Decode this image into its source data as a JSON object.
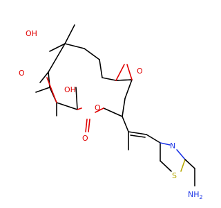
{
  "molecule": {
    "atom_labels": {
      "oh_top": "OH",
      "oh_mid": "OH",
      "ketone_o": "O",
      "epoxide_o": "O",
      "ester_o": "O",
      "carbonyl_o": "O",
      "thiazole_n": "N",
      "thiazole_s": "S",
      "amine": "NH",
      "amine_sub": "2"
    },
    "colors": {
      "carbon": "#000000",
      "oxygen": "#e00000",
      "nitrogen": "#1a33e6",
      "sulfur": "#b7a800"
    }
  }
}
